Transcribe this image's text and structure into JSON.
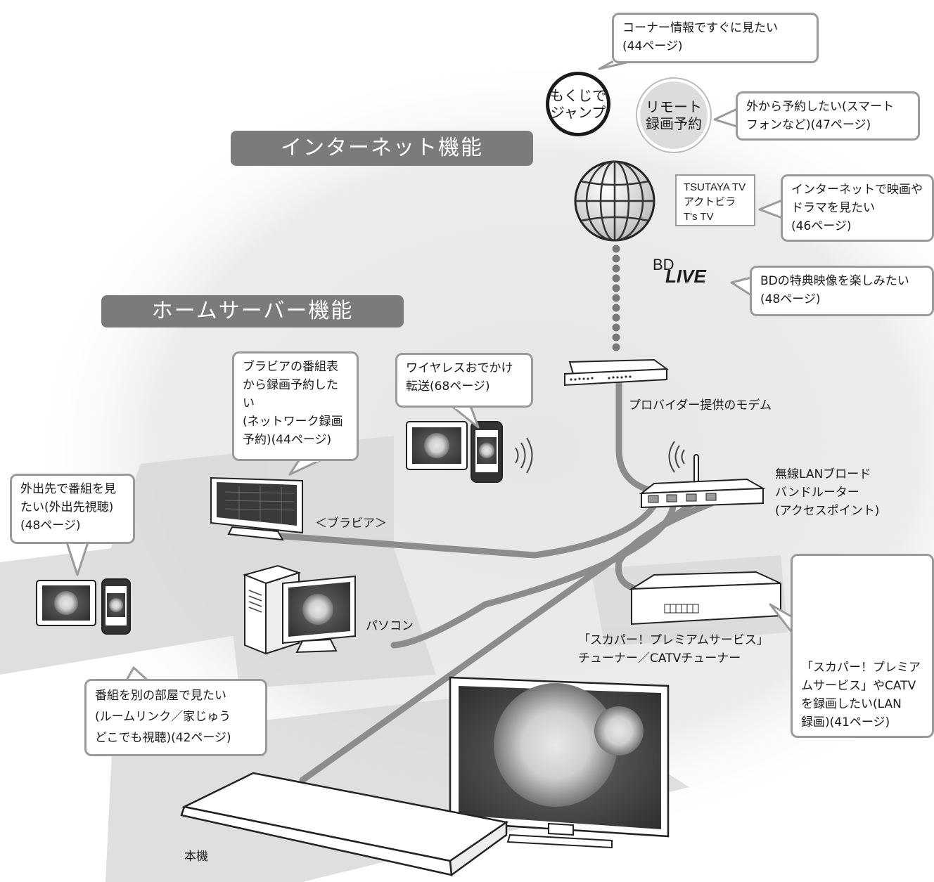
{
  "banners": {
    "internet": "インターネット機能",
    "home_server": "ホームサーバー機能"
  },
  "badges": {
    "mokuji": "もくじで\nジャンプ",
    "remote": "リモート\n録画予約"
  },
  "callouts": {
    "corner": "コーナー情報ですぐに見たい\n(44ページ)",
    "remote": "外から予約したい(スマート\nフォンなど)(47ページ)",
    "movies": "インターネットで映画や\nドラマを見たい\n(46ページ)",
    "bdlive": "BDの特典映像を楽しみたい\n(48ページ)",
    "bravia_epg": "ブラビアの番組表\nから録画予約したい\n(ネットワーク録画\n予約)(44ページ)",
    "wireless": "ワイヤレスおでかけ\n転送(68ページ)",
    "outside": "外出先で番組を見\nたい(外出先視聴)\n(48ページ)",
    "room": "番組を別の部屋で見たい\n(ルームリンク／家じゅう\nどこでも視聴)(42ページ)",
    "lan_rec": "「スカパー！プレミア\nムサービス」やCATV\nを録画したい(LAN\n録画)(41ページ)"
  },
  "services": "TSUTAYA TV\nアクトビラ\nT's TV",
  "bdlive_logo": {
    "bd": "BD",
    "live": "LIVE"
  },
  "labels": {
    "modem": "プロバイダー提供のモデム",
    "router": "無線LANブロード\nバンドルーター\n(アクセスポイント)",
    "bravia": "＜ブラビア＞",
    "pc": "パソコン",
    "tuner": "「スカパー！プレミアムサービス」\nチューナー／CATVチューナー",
    "main_unit": "本機"
  },
  "colors": {
    "banner": "#7b7b7b",
    "cable": "#8c8c8c",
    "callout_border": "#9a9a9a",
    "badge_fill": "#dcdcdc"
  }
}
